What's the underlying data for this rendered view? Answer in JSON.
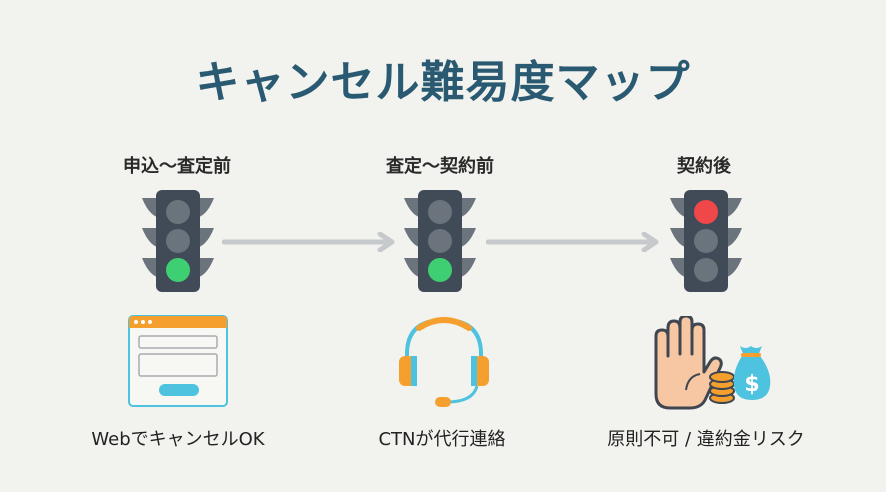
{
  "title": "キャンセル難易度マップ",
  "colors": {
    "title": "#2a5a72",
    "light_body": "#414b57",
    "light_wing": "#6b737d",
    "lamp_off": "#6b737d",
    "green": "#3fcf73",
    "red": "#f04848",
    "arrow": "#c7cacd",
    "orange": "#f5a02e",
    "blue": "#4ec3e0"
  },
  "stages": [
    {
      "label": "申込〜査定前",
      "signal": "green",
      "icon": "web-form-icon",
      "caption": "WebでキャンセルOK"
    },
    {
      "label": "査定〜契約前",
      "signal": "green",
      "icon": "headset-icon",
      "caption": "CTNが代行連絡"
    },
    {
      "label": "契約後",
      "signal": "red",
      "icon": "hand-stop-money-icon",
      "caption": "原則不可 / 違約金リスク"
    }
  ]
}
